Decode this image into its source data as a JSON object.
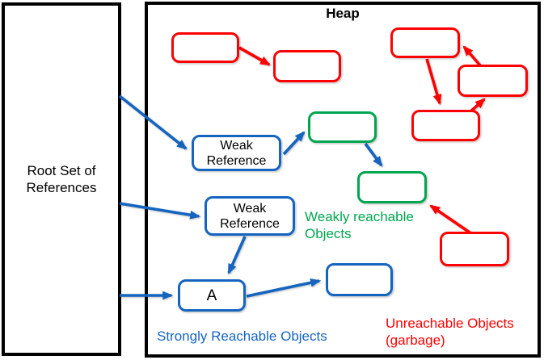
{
  "heap": {
    "title": "Heap"
  },
  "root_panel": {
    "label": "Root Set of References"
  },
  "boxes": {
    "weak_reference_1": {
      "label": "Weak Reference"
    },
    "weak_reference_2": {
      "label": "Weak Reference"
    },
    "object_a": {
      "label": "A"
    }
  },
  "captions": {
    "weakly_reachable": "Weakly reachable Objects",
    "strongly_reachable": "Strongly Reachable Objects",
    "unreachable": "Unreachable Objects (garbage)"
  },
  "colors": {
    "red": "#ff0000",
    "blue": "#1565c0",
    "green": "#00a64f",
    "black": "#000000"
  }
}
